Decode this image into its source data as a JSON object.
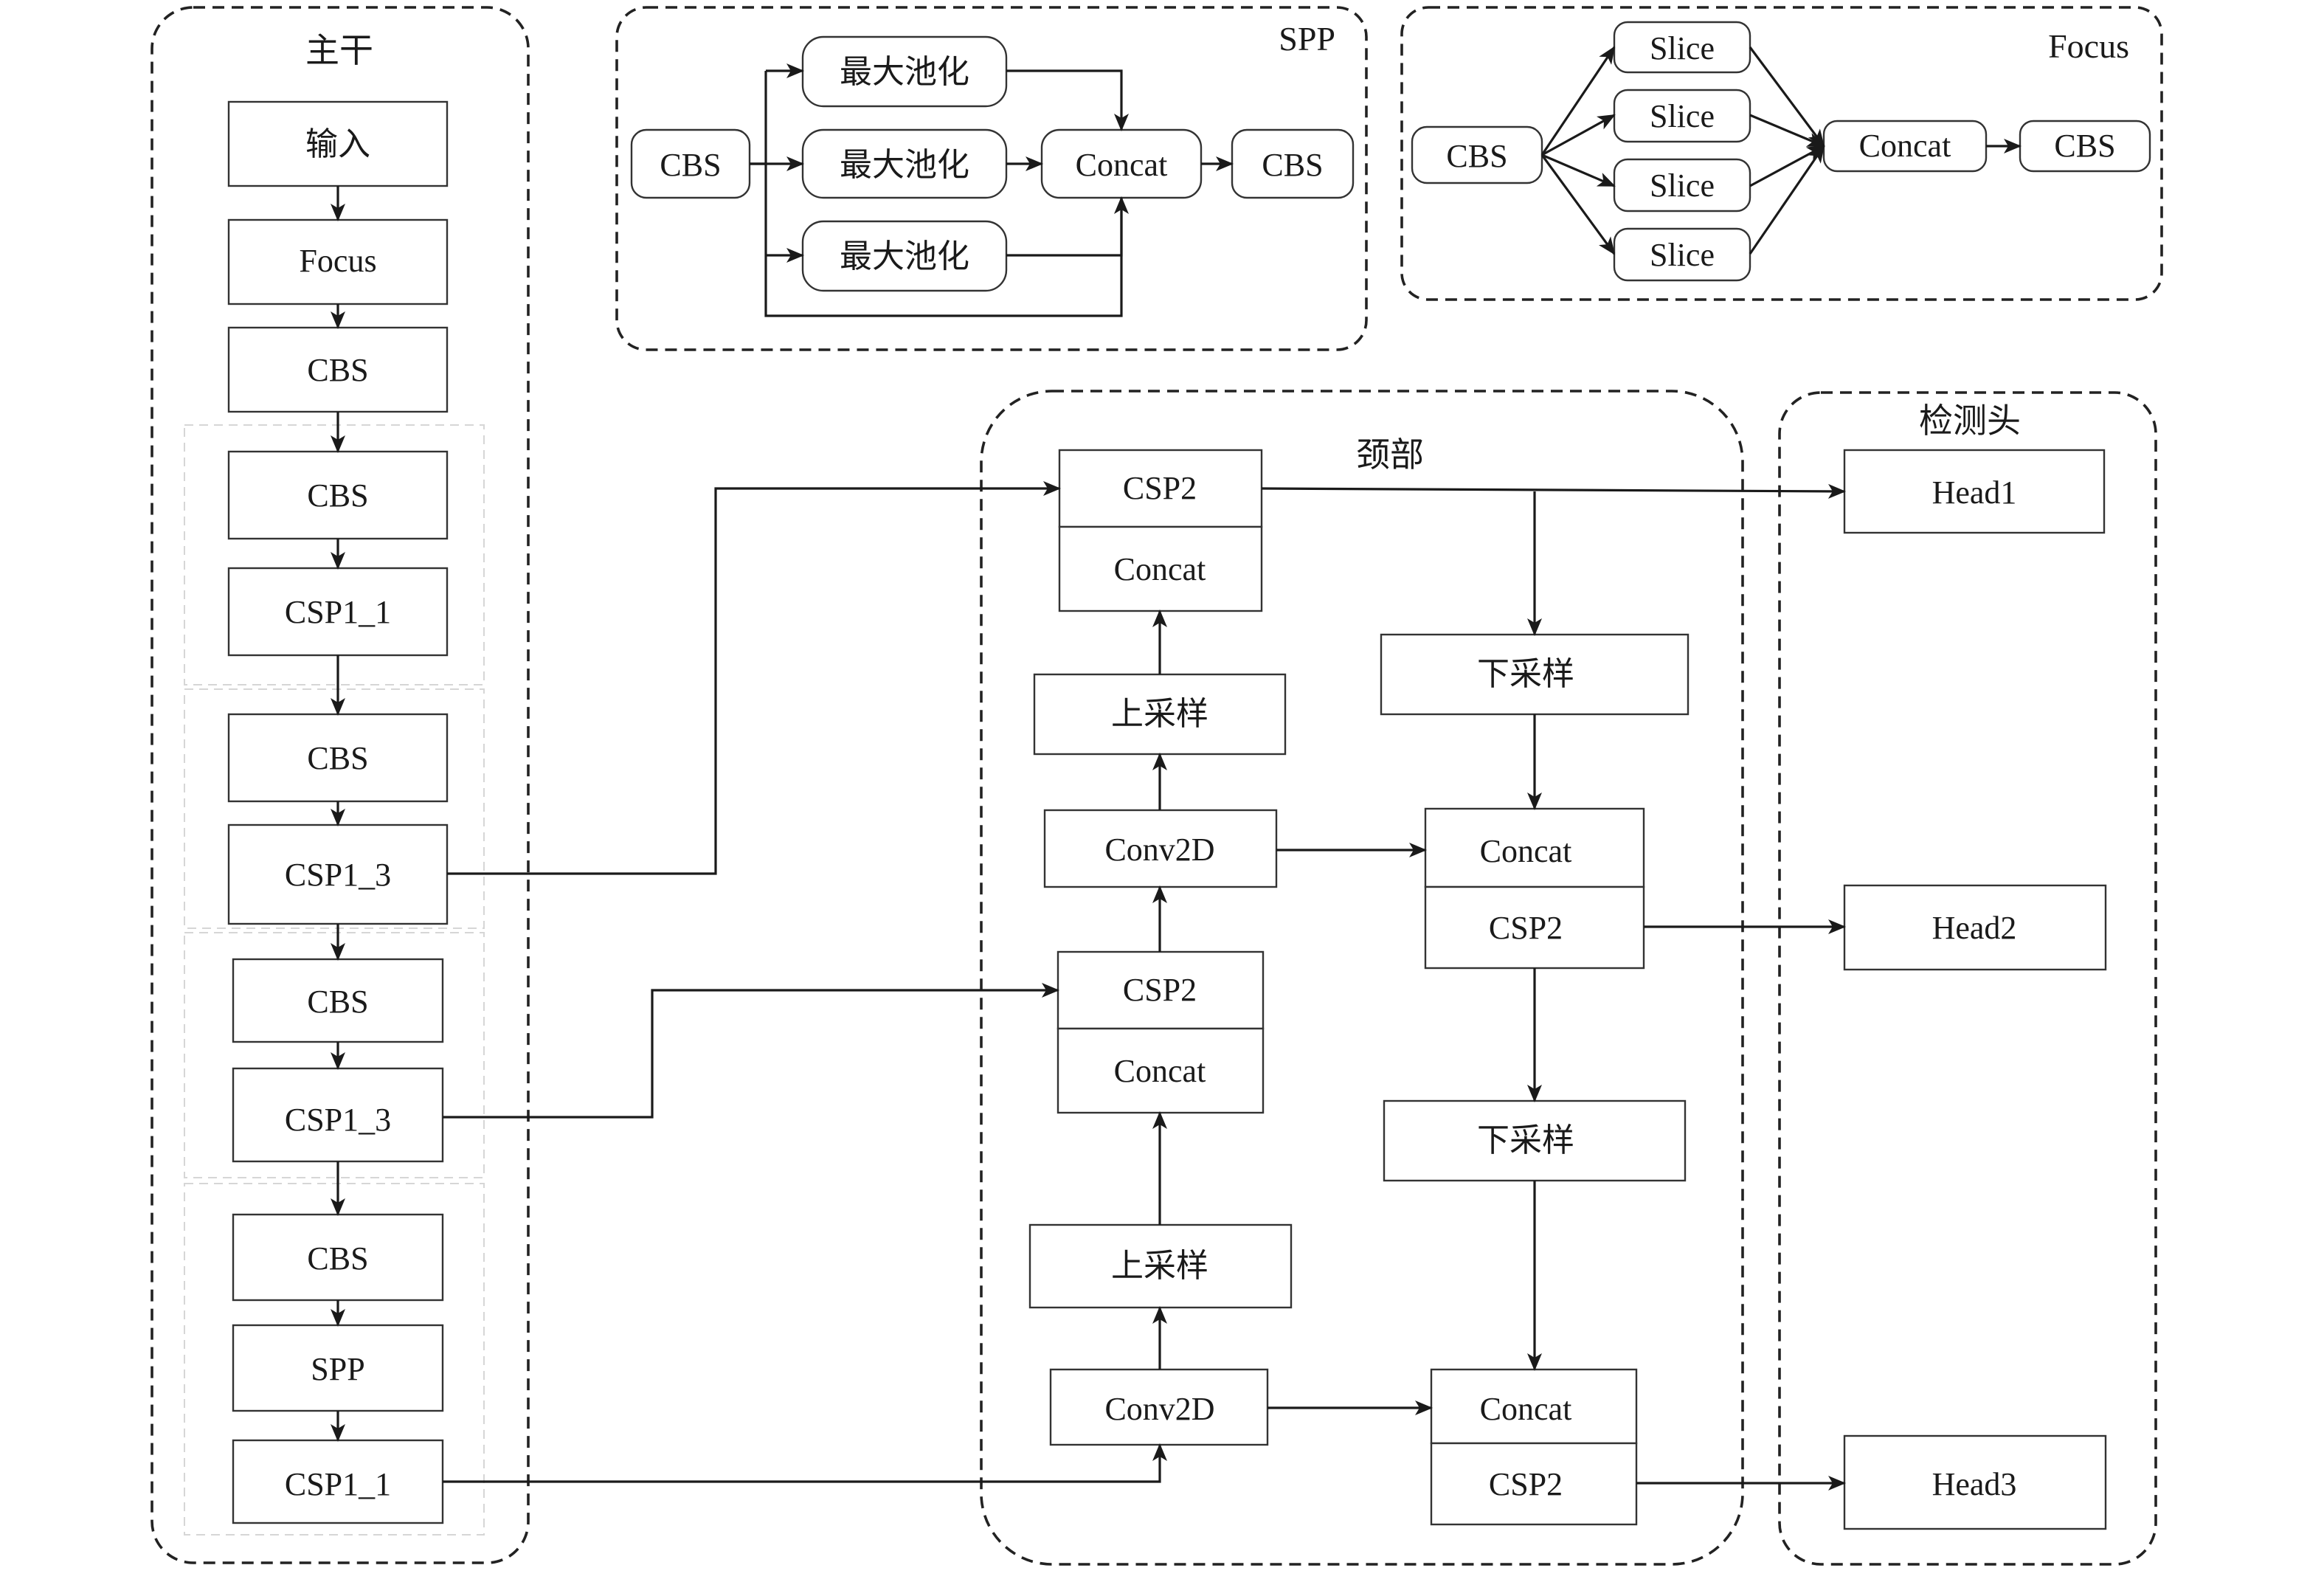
{
  "groups": {
    "backbone": {
      "title": "主干"
    },
    "spp": {
      "title": "SPP"
    },
    "focus": {
      "title": "Focus"
    },
    "neck": {
      "title": "颈部"
    },
    "head": {
      "title": "检测头"
    }
  },
  "backbone_nodes": [
    "输入",
    "Focus",
    "CBS",
    "CBS",
    "CSP1_1",
    "CBS",
    "CSP1_3",
    "CBS",
    "CSP1_3",
    "CBS",
    "SPP",
    "CSP1_1"
  ],
  "spp_nodes": {
    "input": "CBS",
    "pools": [
      "最大池化",
      "最大池化",
      "最大池化"
    ],
    "concat": "Concat",
    "output": "CBS"
  },
  "focus_nodes": {
    "input": "CBS",
    "slices": [
      "Slice",
      "Slice",
      "Slice",
      "Slice"
    ],
    "concat": "Concat",
    "output": "CBS"
  },
  "neck_nodes": {
    "top_csp": "CSP2",
    "top_concat": "Concat",
    "upsample_1": "上采样",
    "conv2d_1": "Conv2D",
    "mid_csp": "CSP2",
    "mid_concat": "Concat",
    "upsample_2": "上采样",
    "conv2d_2": "Conv2D",
    "downsample_1": "下采样",
    "right_concat_1": "Concat",
    "right_csp_1": "CSP2",
    "downsample_2": "下采样",
    "right_concat_2": "Concat",
    "right_csp_2": "CSP2"
  },
  "head_nodes": [
    "Head1",
    "Head2",
    "Head3"
  ]
}
